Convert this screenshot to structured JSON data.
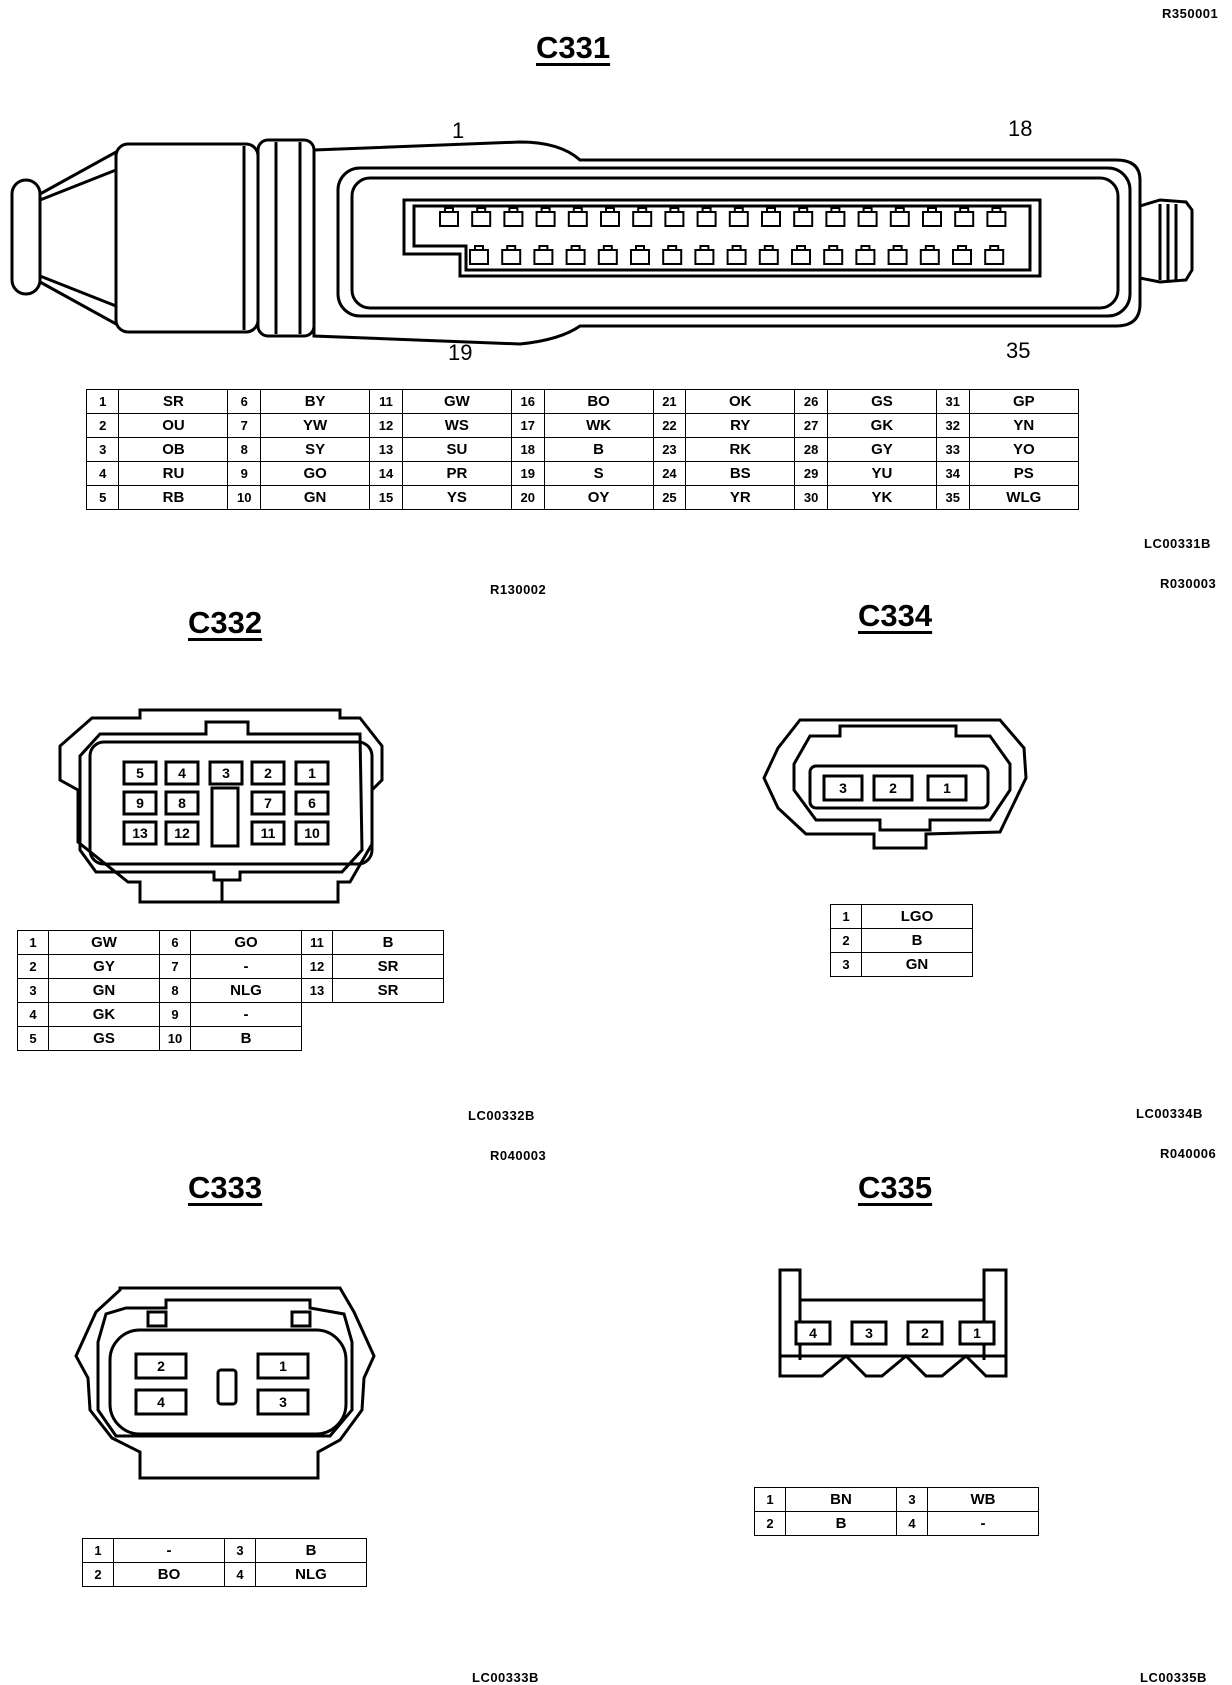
{
  "c331": {
    "ref_top": "R350001",
    "title": "C331",
    "label_1": "1",
    "label_18": "18",
    "label_19": "19",
    "label_35": "35",
    "ref_bottom": "LC00331B",
    "table": [
      [
        [
          "1",
          "SR"
        ],
        [
          "6",
          "BY"
        ],
        [
          "11",
          "GW"
        ],
        [
          "16",
          "BO"
        ],
        [
          "21",
          "OK"
        ],
        [
          "26",
          "GS"
        ],
        [
          "31",
          "GP"
        ]
      ],
      [
        [
          "2",
          "OU"
        ],
        [
          "7",
          "YW"
        ],
        [
          "12",
          "WS"
        ],
        [
          "17",
          "WK"
        ],
        [
          "22",
          "RY"
        ],
        [
          "27",
          "GK"
        ],
        [
          "32",
          "YN"
        ]
      ],
      [
        [
          "3",
          "OB"
        ],
        [
          "8",
          "SY"
        ],
        [
          "13",
          "SU"
        ],
        [
          "18",
          "B"
        ],
        [
          "23",
          "RK"
        ],
        [
          "28",
          "GY"
        ],
        [
          "33",
          "YO"
        ]
      ],
      [
        [
          "4",
          "RU"
        ],
        [
          "9",
          "GO"
        ],
        [
          "14",
          "PR"
        ],
        [
          "19",
          "S"
        ],
        [
          "24",
          "BS"
        ],
        [
          "29",
          "YU"
        ],
        [
          "34",
          "PS"
        ]
      ],
      [
        [
          "5",
          "RB"
        ],
        [
          "10",
          "GN"
        ],
        [
          "15",
          "YS"
        ],
        [
          "20",
          "OY"
        ],
        [
          "25",
          "YR"
        ],
        [
          "30",
          "YK"
        ],
        [
          "35",
          "WLG"
        ]
      ]
    ]
  },
  "c332": {
    "ref_top": "R130002",
    "title": "C332",
    "pins": [
      "5",
      "4",
      "3",
      "2",
      "1",
      "9",
      "8",
      "7",
      "6",
      "13",
      "12",
      "11",
      "10"
    ],
    "ref_bottom": "LC00332B",
    "table": [
      [
        [
          "1",
          "GW"
        ],
        [
          "6",
          "GO"
        ],
        [
          "11",
          "B"
        ]
      ],
      [
        [
          "2",
          "GY"
        ],
        [
          "7",
          "-"
        ],
        [
          "12",
          "SR"
        ]
      ],
      [
        [
          "3",
          "GN"
        ],
        [
          "8",
          "NLG"
        ],
        [
          "13",
          "SR"
        ]
      ],
      [
        [
          "4",
          "GK"
        ],
        [
          "9",
          "-"
        ]
      ],
      [
        [
          "5",
          "GS"
        ],
        [
          "10",
          "B"
        ]
      ]
    ]
  },
  "c334": {
    "ref_top": "R030003",
    "title": "C334",
    "pins": [
      "3",
      "2",
      "1"
    ],
    "ref_bottom": "LC00334B",
    "table": [
      [
        "1",
        "LGO"
      ],
      [
        "2",
        "B"
      ],
      [
        "3",
        "GN"
      ]
    ]
  },
  "c333": {
    "ref_top": "R040003",
    "title": "C333",
    "pins": [
      "2",
      "1",
      "4",
      "3"
    ],
    "ref_bottom": "LC00333B",
    "table": [
      [
        [
          "1",
          "-"
        ],
        [
          "3",
          "B"
        ]
      ],
      [
        [
          "2",
          "BO"
        ],
        [
          "4",
          "NLG"
        ]
      ]
    ]
  },
  "c335": {
    "ref_top": "R040006",
    "title": "C335",
    "pins": [
      "4",
      "3",
      "2",
      "1"
    ],
    "ref_bottom": "LC00335B",
    "table": [
      [
        [
          "1",
          "BN"
        ],
        [
          "3",
          "WB"
        ]
      ],
      [
        [
          "2",
          "B"
        ],
        [
          "4",
          "-"
        ]
      ]
    ]
  }
}
